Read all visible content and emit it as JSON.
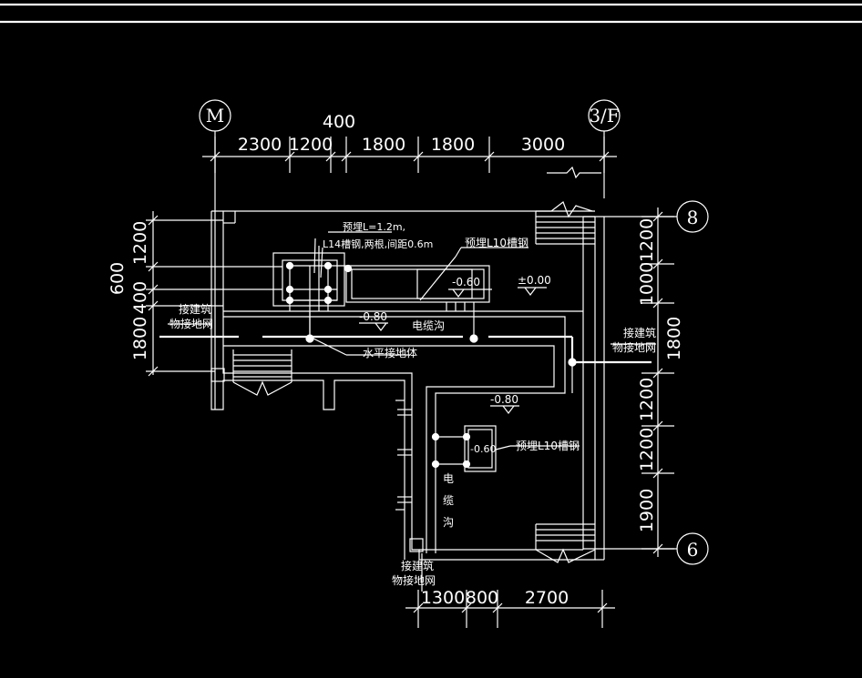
{
  "axes": {
    "m": "M",
    "f3": "3/F",
    "a8": "8",
    "a6": "6"
  },
  "top_dims": {
    "total": "400",
    "d1": "2300",
    "d2": "1200",
    "d3": "1800",
    "d4": "1800",
    "d5": "3000"
  },
  "left_dims": {
    "d1": "1200",
    "d2": "600",
    "d3": "400",
    "d4": "1800"
  },
  "right_dims": {
    "d1": "1200",
    "d2": "1000",
    "d3": "1800",
    "d4": "1200",
    "d5": "1200",
    "d6": "1900"
  },
  "bottom_dims": {
    "d1": "1300",
    "d2": "800",
    "d3": "2700"
  },
  "labels": {
    "embed_note_1": "预埋L=1.2m,",
    "embed_note_2": "L14槽钢,两根,间距0.6m",
    "embed_channel_top": "预埋L10槽钢",
    "embed_channel_right": "预埋L10槽钢",
    "level_060_a": "-0.60",
    "level_060_b": "-0.60",
    "level_000": "±0.00",
    "level_080_a": "-0.80",
    "level_080_b": "-0.80",
    "cable_trench": "电缆沟",
    "cable_trench_v1": "电",
    "cable_trench_v2": "缆",
    "cable_trench_v3": "沟",
    "ground_body": "水平接地体",
    "left_ground_1": "接建筑",
    "left_ground_2": "物接地网",
    "right_ground_1": "接建筑",
    "right_ground_2": "物接地网",
    "bottom_ground_1": "接建筑",
    "bottom_ground_2": "物接地网"
  }
}
